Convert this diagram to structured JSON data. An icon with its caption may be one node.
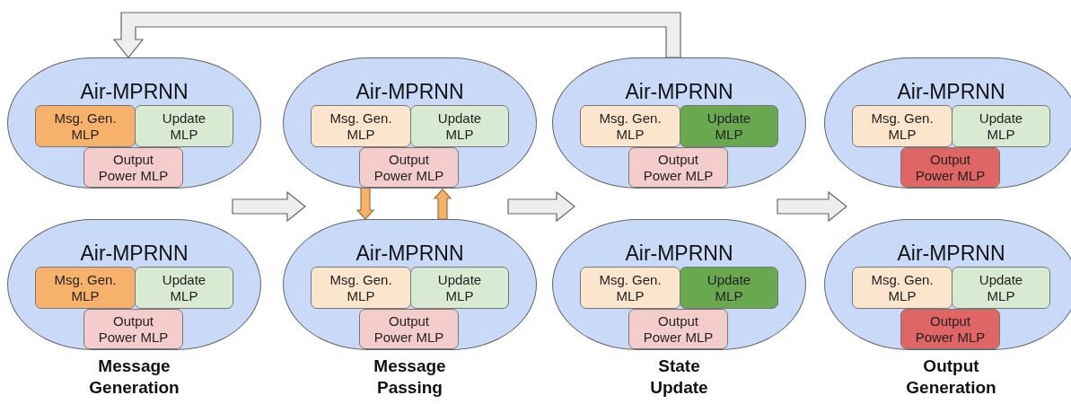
{
  "diagram": {
    "nodes": [
      {
        "text": [
          "Air-MPRNN"
        ]
      },
      {
        "text": [
          "Msg. Gen. MLP"
        ],
        "in": 0
      },
      {
        "text": [
          "Update MLP"
        ],
        "in": 0
      },
      {
        "text": [
          "Output Power MLP"
        ],
        "in": 0
      },
      {
        "text": [
          "Air-MPRNN"
        ]
      },
      {
        "text": [
          "Msg. Gen. MLP"
        ],
        "in": 4
      },
      {
        "text": [
          "Update MLP"
        ],
        "in": 4
      },
      {
        "text": [
          "Output Power MLP"
        ],
        "in": 4
      },
      {
        "text": [
          "Air-MPRNN"
        ]
      },
      {
        "text": [
          "Msg. Gen. MLP"
        ],
        "in": 8
      },
      {
        "text": [
          "Update MLP"
        ],
        "in": 8
      },
      {
        "text": [
          "Output Power MLP"
        ],
        "in": 8
      },
      {
        "text": [
          "Air-MPRNN"
        ]
      },
      {
        "text": [
          "Msg. Gen. MLP"
        ],
        "in": 12
      },
      {
        "text": [
          "Update MLP"
        ],
        "in": 12
      },
      {
        "text": [
          "Output Power MLP"
        ],
        "in": 12
      },
      {
        "text": [
          "Air-MPRNN"
        ]
      },
      {
        "text": [
          "Msg. Gen. MLP"
        ],
        "in": 16
      },
      {
        "text": [
          "Update MLP"
        ],
        "in": 16
      },
      {
        "text": [
          "Output Power MLP"
        ],
        "in": 16
      },
      {
        "text": [
          "Air-MPRNN"
        ]
      },
      {
        "text": [
          "Msg. Gen. MLP"
        ],
        "in": 20
      },
      {
        "text": [
          "Update MLP"
        ],
        "in": 20
      },
      {
        "text": [
          "Output Power MLP"
        ],
        "in": 20
      },
      {
        "text": [
          "Air-MPRNN"
        ]
      },
      {
        "text": [
          "Msg. Gen. MLP"
        ],
        "in": 24
      },
      {
        "text": [
          "Update MLP"
        ],
        "in": 24
      },
      {
        "text": [
          "Output Power MLP"
        ],
        "in": 24
      },
      {
        "text": [
          "Air-MPRNN"
        ]
      },
      {
        "text": [
          "Msg. Gen. MLP"
        ],
        "in": 28
      },
      {
        "text": [
          "Update MLP"
        ],
        "in": 28
      },
      {
        "text": [
          "Output Power MLP"
        ],
        "in": 28
      }
    ],
    "edges": [
      {
        "from": 8,
        "to": 0,
        "arrow": "to",
        "style": "thick"
      },
      {
        "from": 0,
        "to": 4,
        "arrow": "to",
        "style": "thick"
      },
      {
        "from": 4,
        "to": 8,
        "arrow": "to",
        "style": "thick"
      },
      {
        "from": 8,
        "to": 12,
        "arrow": "to",
        "style": "thick"
      },
      {
        "from": 7,
        "to": 20,
        "arrow": "to",
        "color": "#f6b26b"
      },
      {
        "from": 20,
        "to": 4,
        "arrow": "to",
        "color": "#f6b26b"
      }
    ],
    "labels": [
      "Message Generation",
      "Message Passing",
      "State Update",
      "Output Generation"
    ]
  }
}
